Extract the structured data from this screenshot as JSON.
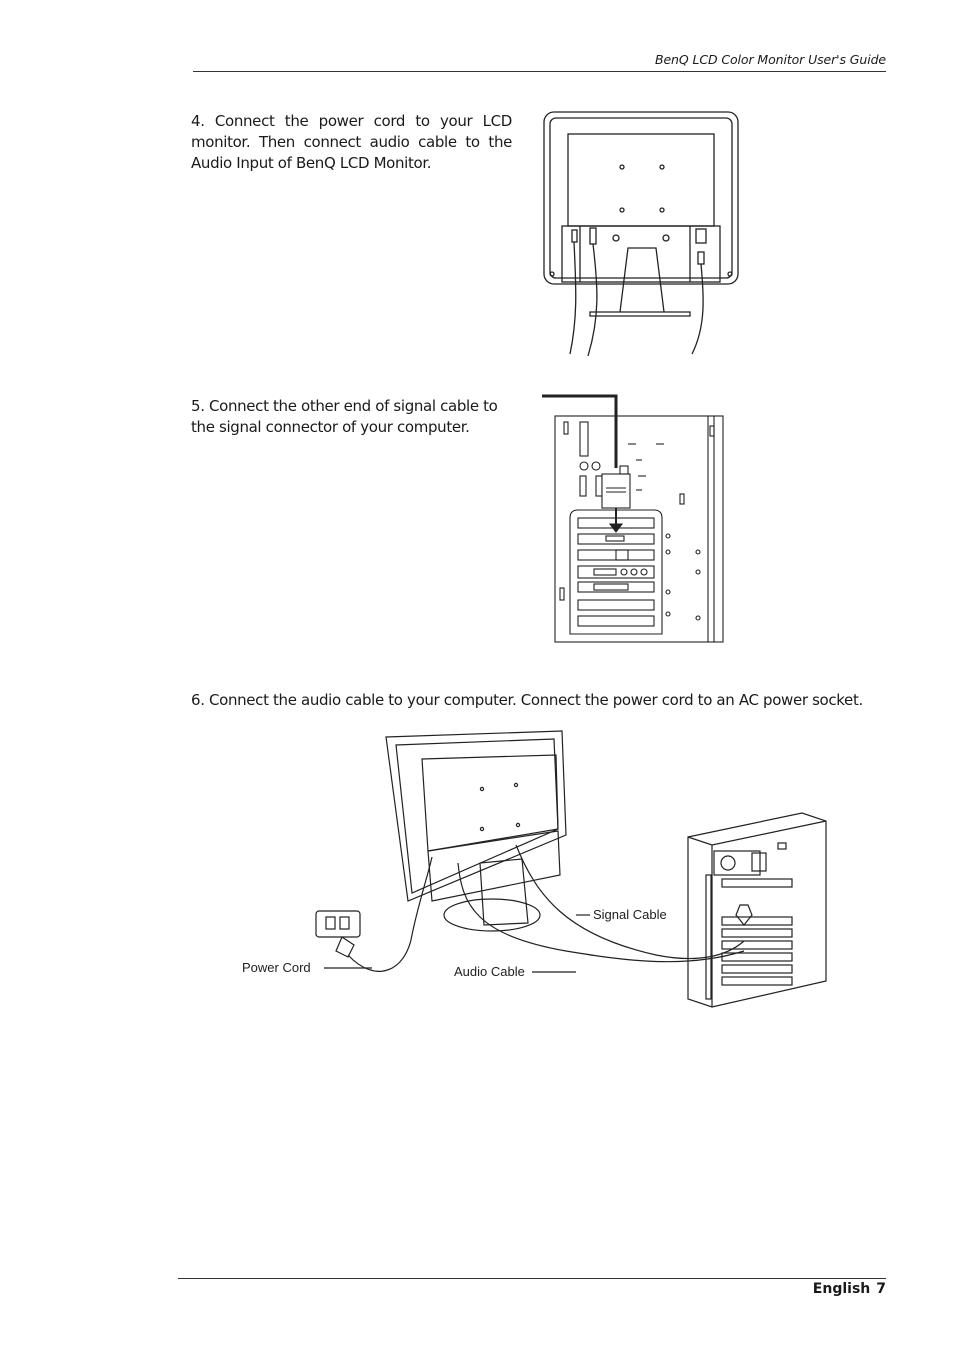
{
  "header": {
    "title": "BenQ LCD Color Monitor User's Guide"
  },
  "steps": {
    "step4": "4. Connect the power cord to your LCD monitor. Then connect audio cable to the Audio Input of BenQ LCD Monitor.",
    "step5": "5. Connect the other end of signal cable to the signal connector of your computer.",
    "step6": "6. Connect the audio cable to your computer. Connect the power cord to an AC power socket."
  },
  "figure_labels": {
    "signal_cable": "Signal Cable",
    "power_cord": "Power Cord",
    "audio_cable": "Audio Cable"
  },
  "footer": {
    "language": "English",
    "page_number": "7"
  }
}
